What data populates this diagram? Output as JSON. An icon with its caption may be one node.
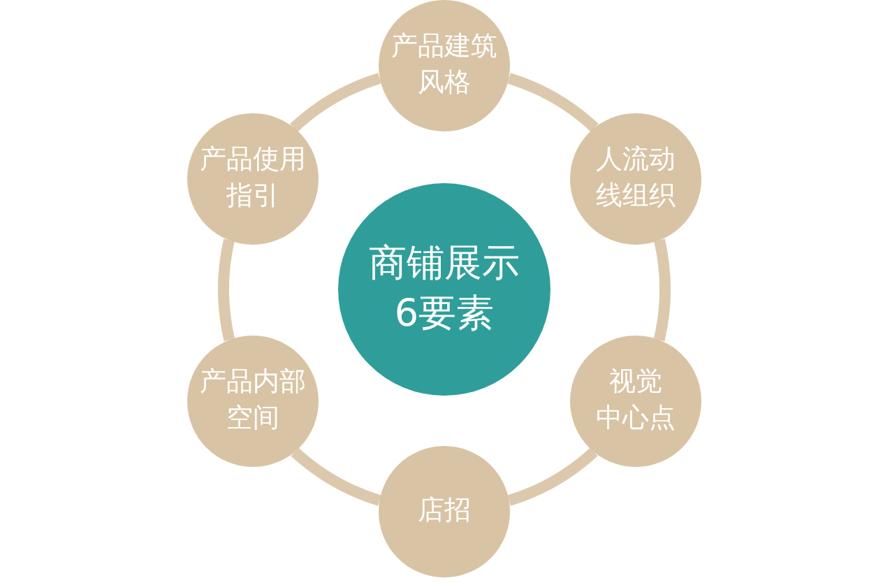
{
  "diagram": {
    "nodes": [
      {
        "text": [
          "商铺展示6要素"
        ]
      },
      {
        "text": [
          "产品建筑风格"
        ]
      },
      {
        "text": [
          "人流动线组织"
        ]
      },
      {
        "text": [
          "视觉中心点"
        ]
      },
      {
        "text": [
          "店招"
        ]
      },
      {
        "text": [
          "产品内部空间"
        ]
      },
      {
        "text": [
          "产品使用指引"
        ]
      }
    ],
    "edges": [
      {
        "from": 1,
        "to": 2,
        "arrow": "none"
      },
      {
        "from": 2,
        "to": 3,
        "arrow": "none"
      },
      {
        "from": 3,
        "to": 4,
        "arrow": "none"
      },
      {
        "from": 4,
        "to": 5,
        "arrow": "none"
      },
      {
        "from": 5,
        "to": 6,
        "arrow": "none"
      },
      {
        "from": 6,
        "to": 1,
        "arrow": "none"
      }
    ]
  }
}
